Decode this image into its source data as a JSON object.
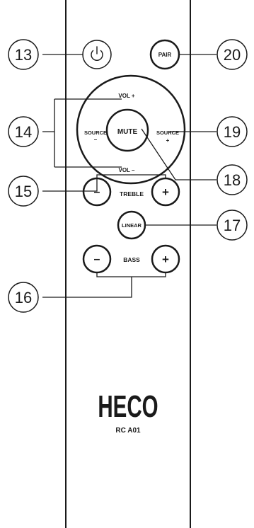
{
  "remote": {
    "brand": "HECO",
    "model": "RC A01",
    "buttons": {
      "pair": "PAIR",
      "vol_up": "VOL +",
      "vol_down": "VOL –",
      "source_minus_top": "SOURCE",
      "source_minus_sign": "–",
      "source_plus_top": "SOURCE",
      "source_plus_sign": "+",
      "mute": "MUTE",
      "treble": "TREBLE",
      "bass": "BASS",
      "linear": "LINEAR",
      "minus_glyph": "–",
      "plus_glyph": "+"
    }
  },
  "callouts": {
    "c13": "13",
    "c14": "14",
    "c15": "15",
    "c16": "16",
    "c17": "17",
    "c18": "18",
    "c19": "19",
    "c20": "20"
  }
}
